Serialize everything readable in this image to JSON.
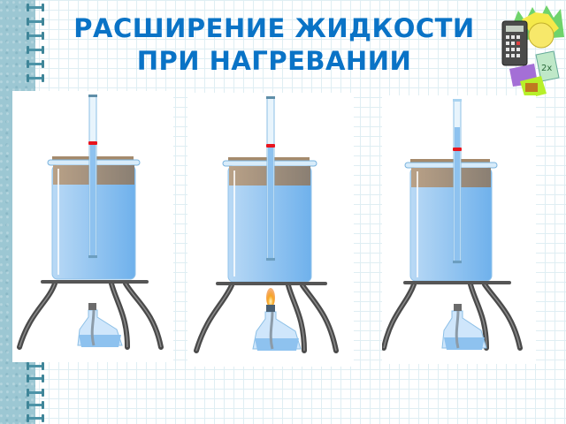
{
  "slide": {
    "title_line1": "РАСШИРЕНИЕ ЖИДКОСТИ",
    "title_line2": "ПРИ НАГРЕВАНИИ",
    "title_color": "#0a73c6",
    "background": "graph-paper notebook with spiral binding"
  },
  "panels": [
    {
      "label": "beaker-cold",
      "burner_lit": false,
      "tube_liquid_top_pct": 0.33,
      "marker_pct": 0.33
    },
    {
      "label": "beaker-heating",
      "burner_lit": true,
      "tube_liquid_top_pct": 0.33,
      "marker_pct": 0.35
    },
    {
      "label": "beaker-heated",
      "burner_lit": false,
      "tube_liquid_top_pct": 0.14,
      "marker_pct": 0.35
    }
  ],
  "colors": {
    "liquid": "#8ec2ef",
    "lid": "#a58a6c",
    "marker": "#e8141e",
    "stand": "#555555",
    "flame": "#f6a623"
  },
  "decoration": {
    "clipart": "calculator-and-math-books-icon"
  }
}
